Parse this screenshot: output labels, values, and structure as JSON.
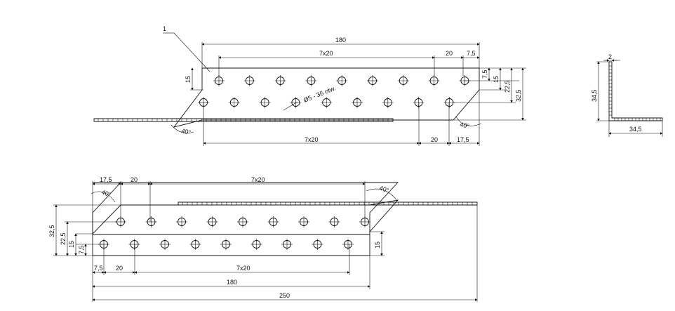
{
  "drawing": {
    "part_label": "1",
    "hole_note": "Ø5 - 36 otw.",
    "angle_label": "40°",
    "dims": {
      "d180": "180",
      "d250": "250",
      "d7x20": "7x20",
      "d20": "20",
      "d7_5": "7,5",
      "d15": "15",
      "d17_5": "17,5",
      "d22_5": "22,5",
      "d32_5": "32,5",
      "d2": "2",
      "d34_5": "34,5"
    }
  }
}
